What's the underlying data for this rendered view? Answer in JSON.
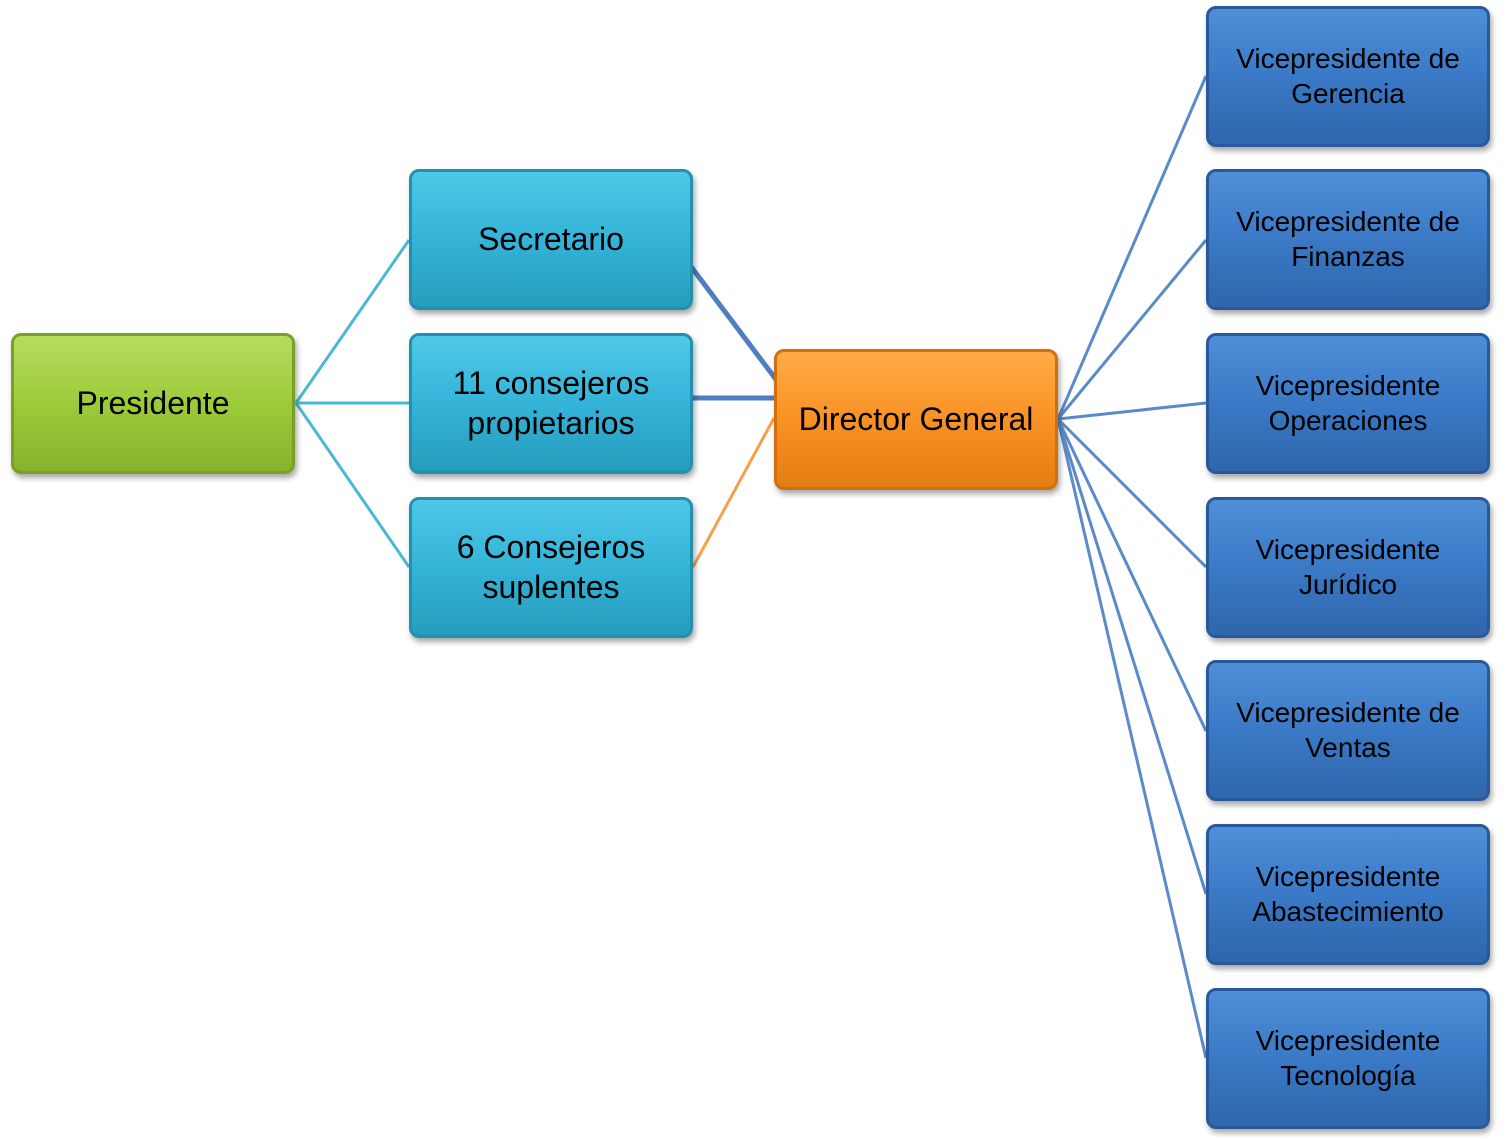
{
  "diagram": {
    "root": {
      "label": "Presidente"
    },
    "board": [
      {
        "label": "Secretario"
      },
      {
        "label": "11 consejeros propietarios"
      },
      {
        "label": "6 Consejeros suplentes"
      }
    ],
    "director": {
      "label": "Director General"
    },
    "vicepresidents": [
      {
        "label": "Vicepresidente de Gerencia"
      },
      {
        "label": "Vicepresidente de Finanzas"
      },
      {
        "label": "Vicepresidente Operaciones"
      },
      {
        "label": "Vicepresidente Jurídico"
      },
      {
        "label": "Vicepresidente de Ventas"
      },
      {
        "label": "Vicepresidente Abastecimiento"
      },
      {
        "label": "Vicepresidente Tecnología"
      }
    ],
    "colors": {
      "root": "#9ccb3a",
      "board": "#33b4d8",
      "director": "#f99224",
      "vicepresident": "#3a79c6",
      "connector_root": "#4bb8d2",
      "connector_director": "#4f7fc1",
      "connector_orange": "#f7a04a",
      "connector_vp": "#5a8ac8"
    }
  }
}
